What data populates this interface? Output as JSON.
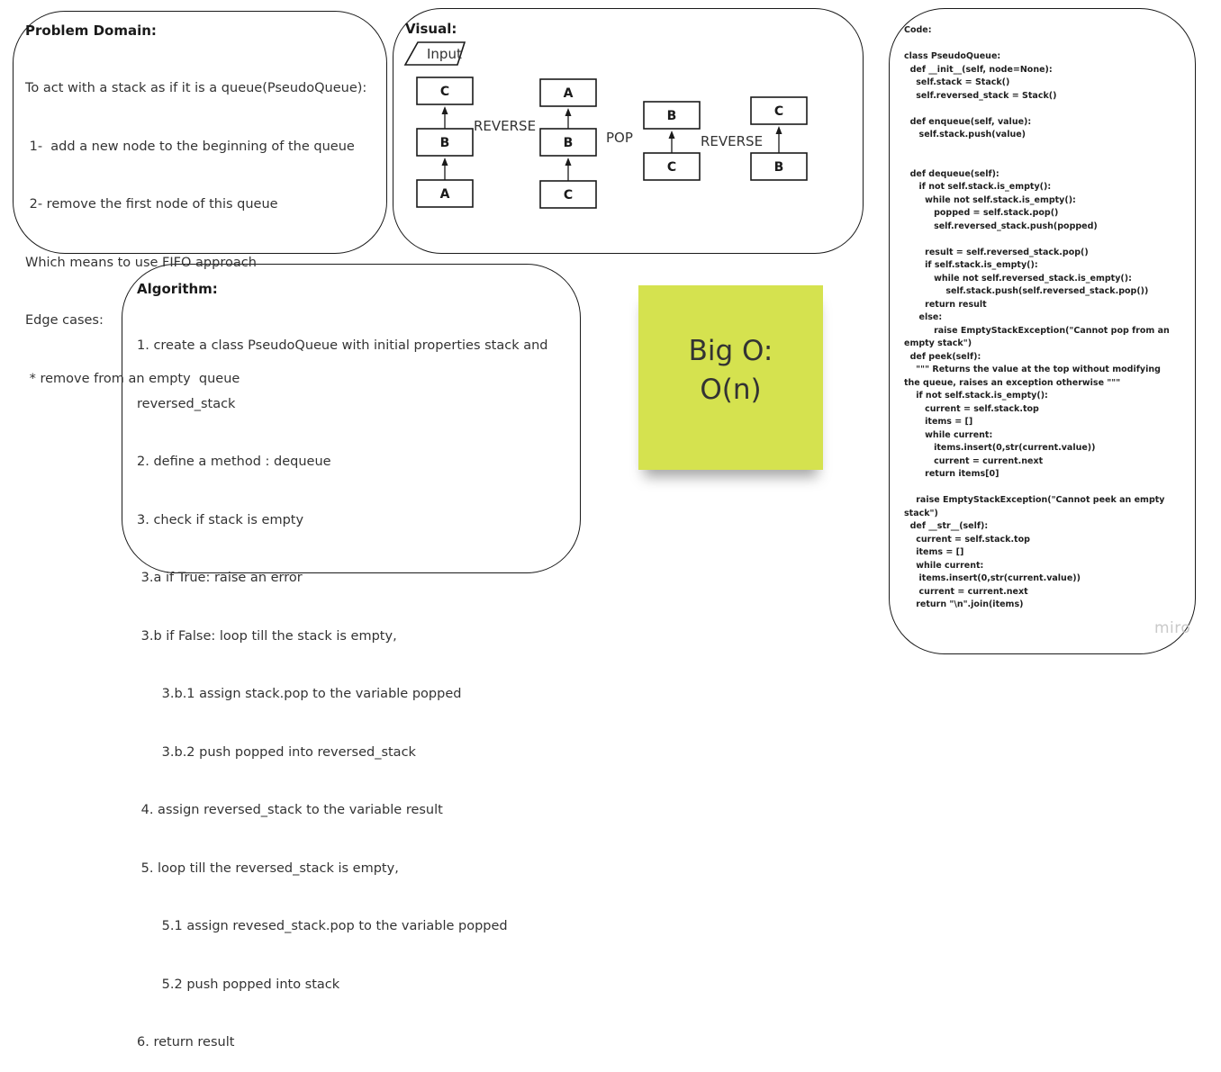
{
  "problem": {
    "title": "Problem Domain:",
    "lines": [
      "To act with a stack as if it is a queue(PseudoQueue):",
      " 1-  add a new node to the beginning of the queue",
      " 2- remove the first node of this queue",
      "Which means to use FIFO approach",
      "Edge cases:",
      " * remove from an empty  queue"
    ]
  },
  "visual": {
    "title": "Visual:",
    "input_label": "Input",
    "op_labels": [
      "REVERSE",
      "POP",
      "REVERSE"
    ],
    "stack1": [
      "C",
      "B",
      "A"
    ],
    "stack2": [
      "A",
      "B",
      "C"
    ],
    "stack3": [
      "B",
      "C"
    ],
    "stack4": [
      "C",
      "B"
    ]
  },
  "algorithm": {
    "title": "Algorithm:",
    "lines": [
      "1. create a class PseudoQueue with initial properties stack and",
      "reversed_stack",
      "2. define a method : dequeue",
      "3. check if stack is empty",
      " 3.a if True: raise an error",
      " 3.b if False: loop till the stack is empty,",
      "      3.b.1 assign stack.pop to the variable popped",
      "      3.b.2 push popped into reversed_stack",
      " 4. assign reversed_stack to the variable result",
      " 5. loop till the reversed_stack is empty,",
      "      5.1 assign revesed_stack.pop to the variable popped",
      "      5.2 push popped into stack",
      "6. return result"
    ]
  },
  "sticky": {
    "text": "Big O:\nO(n)",
    "color": "#d5e24f"
  },
  "code": {
    "lines": [
      "Code:",
      "",
      "class PseudoQueue:",
      "  def __init__(self, node=None):",
      "    self.stack = Stack()",
      "    self.reversed_stack = Stack()",
      "",
      "  def enqueue(self, value):",
      "     self.stack.push(value)",
      "",
      "",
      "  def dequeue(self):",
      "     if not self.stack.is_empty():",
      "       while not self.stack.is_empty():",
      "          popped = self.stack.pop()",
      "          self.reversed_stack.push(popped)",
      "",
      "       result = self.reversed_stack.pop()",
      "       if self.stack.is_empty():",
      "          while not self.reversed_stack.is_empty():",
      "              self.stack.push(self.reversed_stack.pop())",
      "       return result",
      "     else:",
      "          raise EmptyStackException(\"Cannot pop from an empty stack\")",
      "  def peek(self):",
      "    \"\"\" Returns the value at the top without modifying the queue, raises an exception otherwise \"\"\"",
      "    if not self.stack.is_empty():",
      "       current = self.stack.top",
      "       items = []",
      "       while current:",
      "          items.insert(0,str(current.value))",
      "          current = current.next",
      "       return items[0]",
      "",
      "    raise EmptyStackException(\"Cannot peek an empty stack\")",
      "  def __str__(self):",
      "    current = self.stack.top",
      "    items = []",
      "    while current:",
      "     items.insert(0,str(current.value))",
      "     current = current.next",
      "    return \"\\n\".join(items)"
    ]
  },
  "watermark": "miro"
}
